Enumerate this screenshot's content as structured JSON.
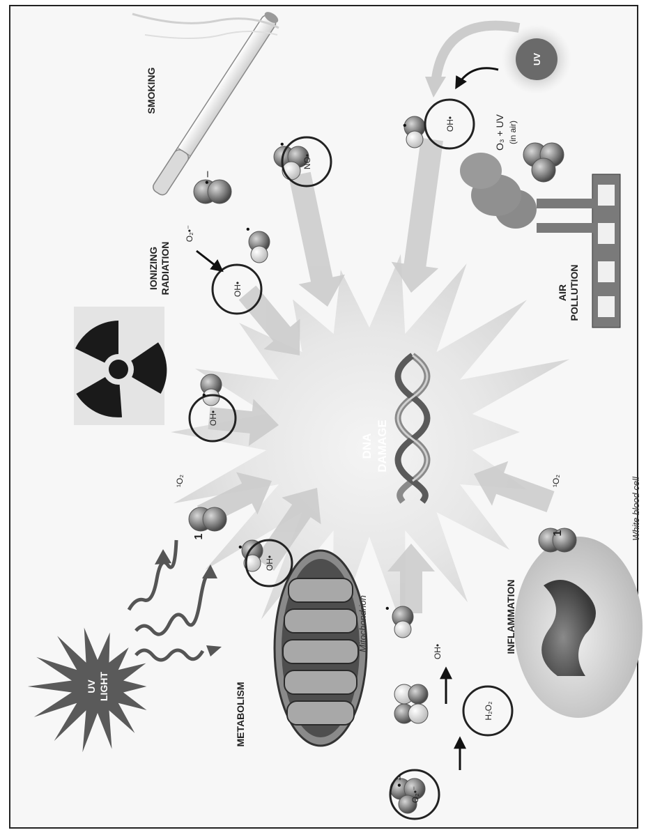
{
  "center": {
    "line1": "DNA",
    "line2": "DAMAGE"
  },
  "sources": {
    "uv_light": {
      "line1": "UV",
      "line2": "LIGHT"
    },
    "metabolism": "METABOLISM",
    "mitochondrion": "Mitochondrion",
    "inflammation": "INFLAMMATION",
    "white_blood_cell": "White blood cell",
    "ionizing_radiation": {
      "line1": "IONIZING",
      "line2": "RADIATION"
    },
    "smoking": "SMOKING",
    "air_pollution": {
      "line1": "AIR",
      "line2": "POLLUTION"
    },
    "uv_sun": "UV"
  },
  "species": {
    "singlet_oxygen": "¹O₂",
    "hydroxyl": "OH•",
    "nitric_oxide": "NO•",
    "superoxide": "O₂•⁻",
    "hydrogen_peroxide": "H₂O₂",
    "superoxide_dot_minus": "• –",
    "radical_dot": "•",
    "singlet_prefix": "1",
    "ozone_uv": "O₃ + UV",
    "ozone_uv_note": "(in air)"
  }
}
